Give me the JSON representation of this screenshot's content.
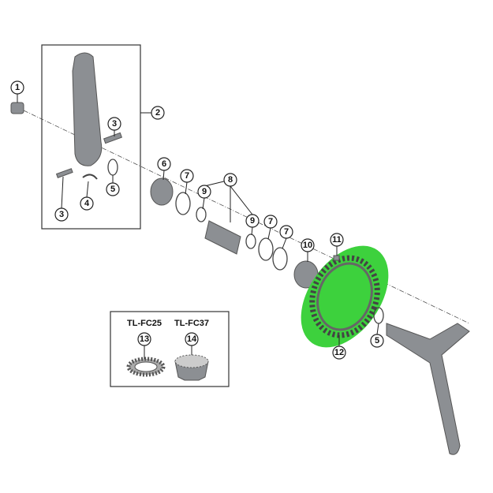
{
  "diagram": {
    "highlight_color": "#3dd13d",
    "callouts": [
      {
        "id": "c1",
        "label": "1"
      },
      {
        "id": "c2",
        "label": "2"
      },
      {
        "id": "c3a",
        "label": "3"
      },
      {
        "id": "c3b",
        "label": "3"
      },
      {
        "id": "c4",
        "label": "4"
      },
      {
        "id": "c5a",
        "label": "5"
      },
      {
        "id": "c6",
        "label": "6"
      },
      {
        "id": "c7a",
        "label": "7"
      },
      {
        "id": "c8",
        "label": "8"
      },
      {
        "id": "c9a",
        "label": "9"
      },
      {
        "id": "c9b",
        "label": "9"
      },
      {
        "id": "c7b",
        "label": "7"
      },
      {
        "id": "c7c",
        "label": "7"
      },
      {
        "id": "c10",
        "label": "10"
      },
      {
        "id": "c11",
        "label": "11"
      },
      {
        "id": "c12",
        "label": "12"
      },
      {
        "id": "c5b",
        "label": "5"
      },
      {
        "id": "c13",
        "label": "13"
      },
      {
        "id": "c14",
        "label": "14"
      }
    ],
    "tools": [
      {
        "name": "TL-FC25"
      },
      {
        "name": "TL-FC37"
      }
    ]
  }
}
